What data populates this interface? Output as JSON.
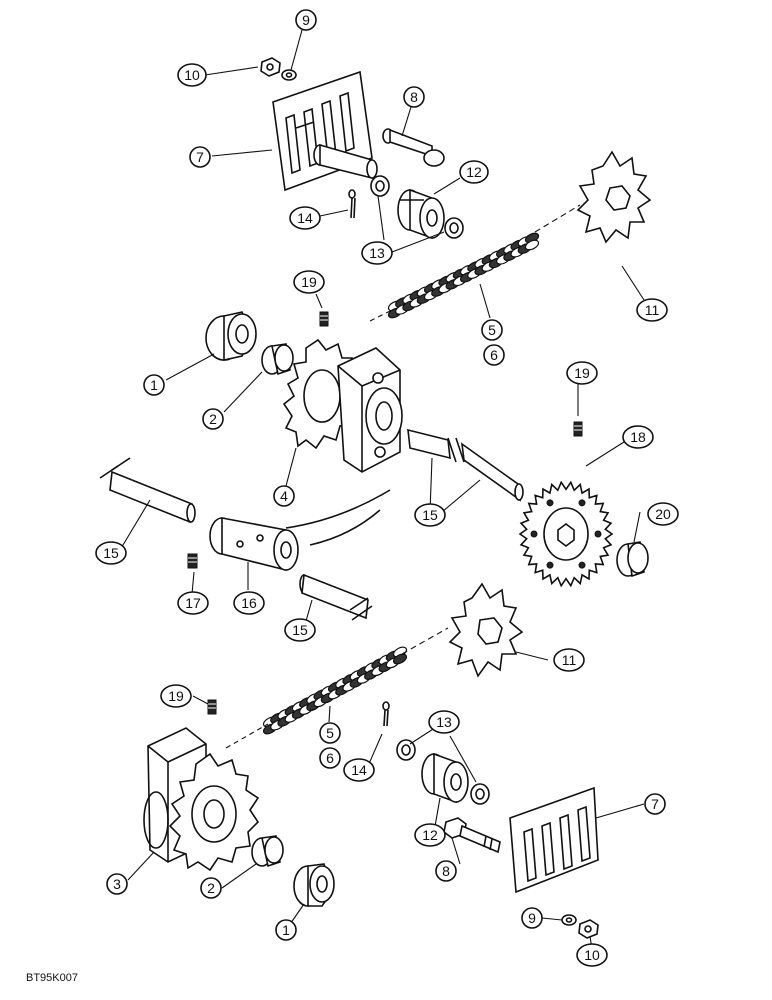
{
  "figure": {
    "code": "BT95K007"
  },
  "callouts": [
    "10",
    "9",
    "8",
    "7",
    "12",
    "14",
    "13",
    "11",
    "19",
    "5",
    "6",
    "1",
    "2",
    "4",
    "19",
    "18",
    "15",
    "15",
    "20",
    "17",
    "16",
    "15",
    "11",
    "19",
    "13",
    "5",
    "6",
    "14",
    "3",
    "12",
    "7",
    "2",
    "8",
    "9",
    "1",
    "10"
  ]
}
